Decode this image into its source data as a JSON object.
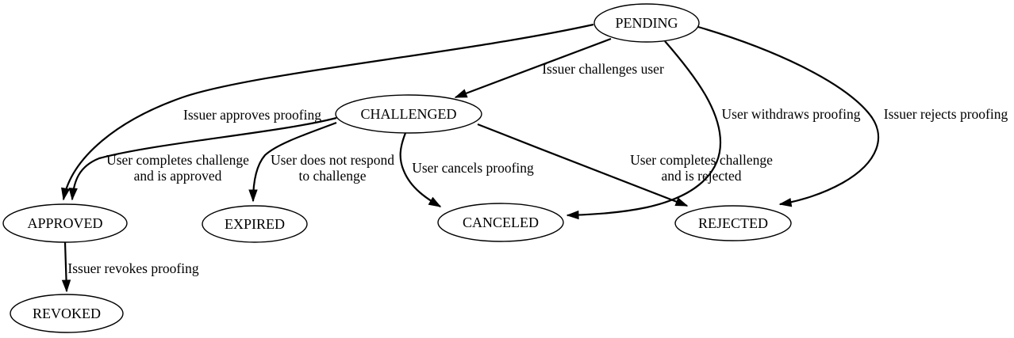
{
  "diagram": {
    "type": "state-machine",
    "background_color": "#ffffff",
    "node_fill_color": "#ffffff",
    "line_color": "#000000",
    "text_color": "#000000",
    "nodes": [
      {
        "id": "pending",
        "label": "PENDING"
      },
      {
        "id": "challenged",
        "label": "CHALLENGED"
      },
      {
        "id": "approved",
        "label": "APPROVED"
      },
      {
        "id": "expired",
        "label": "EXPIRED"
      },
      {
        "id": "canceled",
        "label": "CANCELED"
      },
      {
        "id": "rejected",
        "label": "REJECTED"
      },
      {
        "id": "revoked",
        "label": "REVOKED"
      }
    ],
    "edges": [
      {
        "from": "PENDING",
        "to": "CHALLENGED",
        "lines": [
          "Issuer challenges user"
        ]
      },
      {
        "from": "PENDING",
        "to": "APPROVED",
        "lines": [
          "Issuer approves proofing"
        ]
      },
      {
        "from": "CHALLENGED",
        "to": "APPROVED",
        "lines": [
          "User completes challenge",
          "and is approved"
        ]
      },
      {
        "from": "CHALLENGED",
        "to": "EXPIRED",
        "lines": [
          "User does not respond",
          "to challenge"
        ]
      },
      {
        "from": "CHALLENGED",
        "to": "CANCELED",
        "lines": [
          "User cancels proofing"
        ]
      },
      {
        "from": "CHALLENGED",
        "to": "REJECTED",
        "lines": [
          "User completes challenge",
          "and is rejected"
        ]
      },
      {
        "from": "PENDING",
        "to": "CANCELED",
        "lines": [
          "User withdraws proofing"
        ]
      },
      {
        "from": "PENDING",
        "to": "REJECTED",
        "lines": [
          "Issuer rejects proofing"
        ]
      },
      {
        "from": "APPROVED",
        "to": "REVOKED",
        "lines": [
          "Issuer revokes proofing"
        ]
      }
    ]
  }
}
